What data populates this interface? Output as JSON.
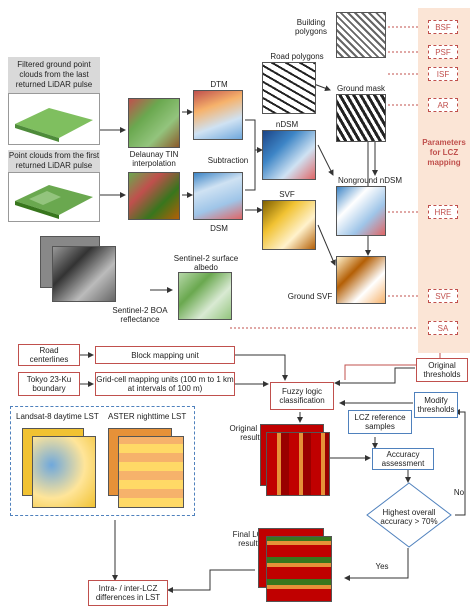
{
  "lidar": {
    "filtered_label": "Filtered ground point clouds from the last returned LiDAR pulse",
    "first_label": "Point clouds from the first returned LiDAR pulse"
  },
  "steps": {
    "tin": "Delaunay TIN interpolation",
    "dtm": "DTM",
    "dsm": "DSM",
    "subtraction": "Subtraction",
    "ndsm": "nDSM",
    "svf": "SVF",
    "building_polygons": "Building polygons",
    "road_polygons": "Road polygons",
    "ground_mask": "Ground mask",
    "nonground_ndsm": "Nonground nDSM",
    "ground_svf": "Ground SVF",
    "sentinel_albedo": "Sentinel-2 surface albedo",
    "sentinel_boa": "Sentinel-2 BOA reflectance"
  },
  "parameters": {
    "title": "Parameters for LCZ mapping",
    "items": [
      "BSF",
      "PSF",
      "ISF",
      "AR",
      "HRE",
      "SVF",
      "SA"
    ]
  },
  "mapping": {
    "road_centerlines": "Road centerlines",
    "block_unit": "Block mapping unit",
    "tokyo": "Tokyo 23-Ku boundary",
    "grid_unit": "Grid-cell mapping units (100 m to 1 km at intervals of 100 m)",
    "original_thresholds": "Original thresholds",
    "fuzzy": "Fuzzy logic classification",
    "modify": "Modify thresholds",
    "lcz_samples": "LCZ reference samples",
    "accuracy": "Accuracy assessment",
    "decision": "Highest overall accuracy > 70%",
    "no": "No",
    "yes": "Yes",
    "original_lcz": "Original LCZ results",
    "final_lcz": "Final LCZ results",
    "landsat": "Landsat-8 daytime LST",
    "aster": "ASTER nighttime LST",
    "diff": "Intra- / inter-LCZ differences in LST"
  },
  "colors": {
    "param_red": "#c0504d",
    "blue": "#4f81bd",
    "grey_box": "#d9d9d9"
  }
}
